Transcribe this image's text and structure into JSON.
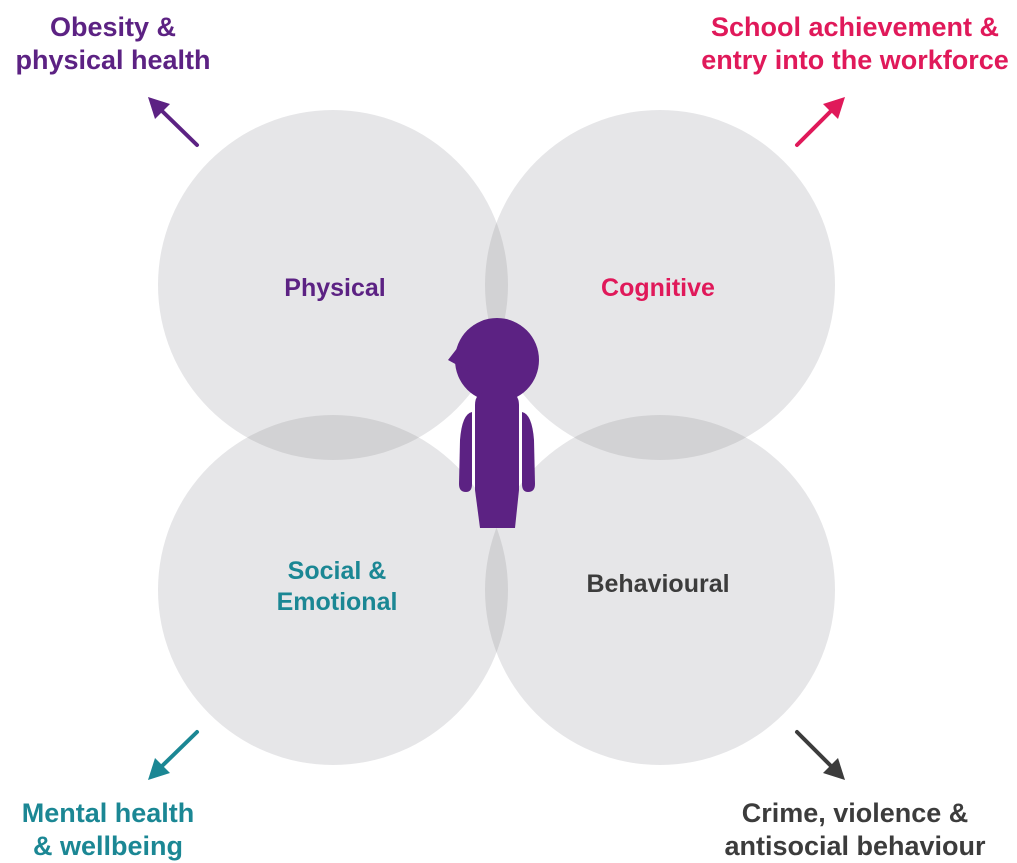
{
  "colors": {
    "physical": "#5c2283",
    "cognitive": "#e0195a",
    "social": "#1b8794",
    "behavioural": "#3c3c3c",
    "circle_fill": "#e6e6e8",
    "overlap_fill": "#d2d2d4",
    "figure": "#5c2283"
  },
  "domains": {
    "physical": "Physical",
    "cognitive": "Cognitive",
    "social_line1": "Social &",
    "social_line2": "Emotional",
    "behavioural": "Behavioural"
  },
  "outcomes": {
    "physical_line1": "Obesity &",
    "physical_line2": "physical health",
    "cognitive_line1": "School achievement &",
    "cognitive_line2": "entry into the workforce",
    "social_line1": "Mental health",
    "social_line2": "& wellbeing",
    "behavioural_line1": "Crime, violence &",
    "behavioural_line2": "antisocial behaviour"
  },
  "icons": {
    "center": "child-figure-icon",
    "arrows": [
      "arrow-up-left-icon",
      "arrow-up-right-icon",
      "arrow-down-left-icon",
      "arrow-down-right-icon"
    ]
  }
}
